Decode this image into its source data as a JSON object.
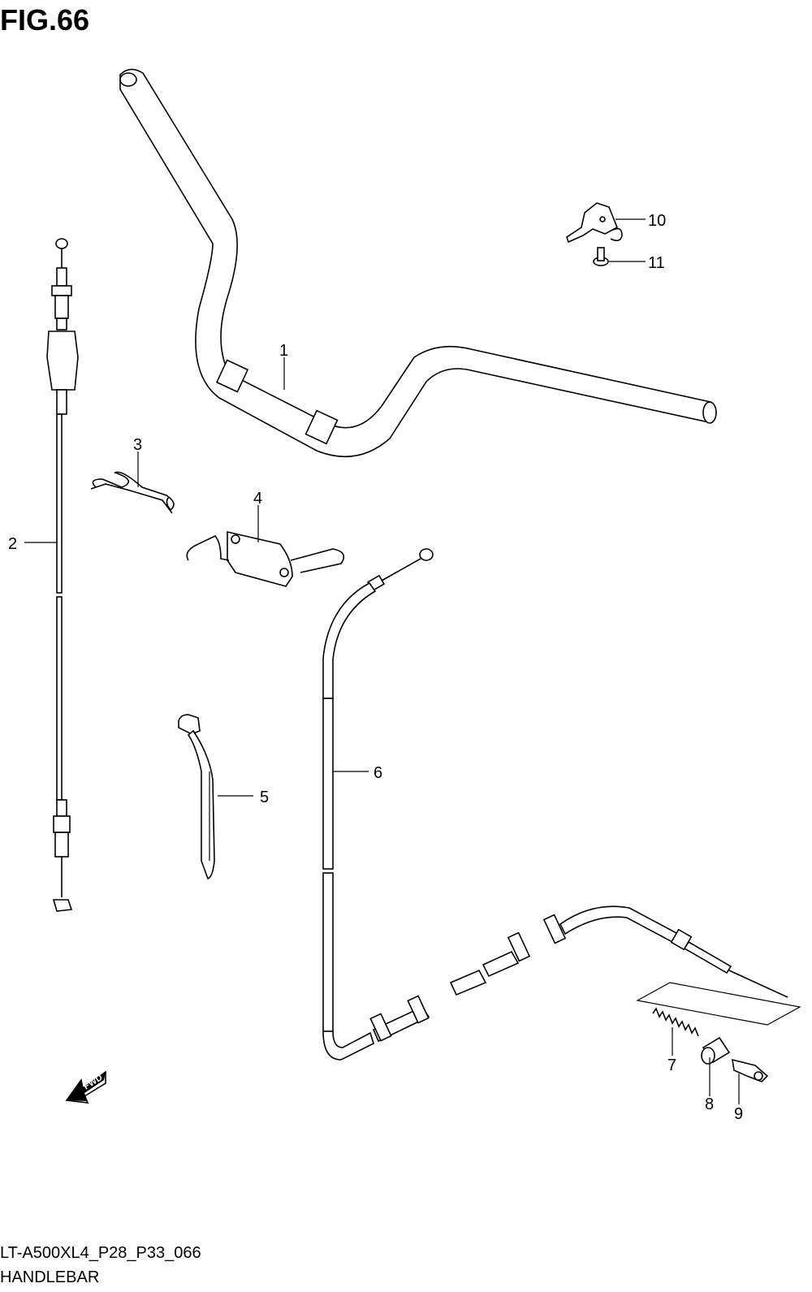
{
  "figure": {
    "title": "FIG.66",
    "model_code": "LT-A500XL4_P28_P33_066",
    "section_name": "HANDLEBAR"
  },
  "fwd_label": "FWD",
  "parts": [
    {
      "number": "1"
    },
    {
      "number": "2"
    },
    {
      "number": "3"
    },
    {
      "number": "4"
    },
    {
      "number": "5"
    },
    {
      "number": "6"
    },
    {
      "number": "7"
    },
    {
      "number": "8"
    },
    {
      "number": "9"
    },
    {
      "number": "10"
    },
    {
      "number": "11"
    }
  ]
}
